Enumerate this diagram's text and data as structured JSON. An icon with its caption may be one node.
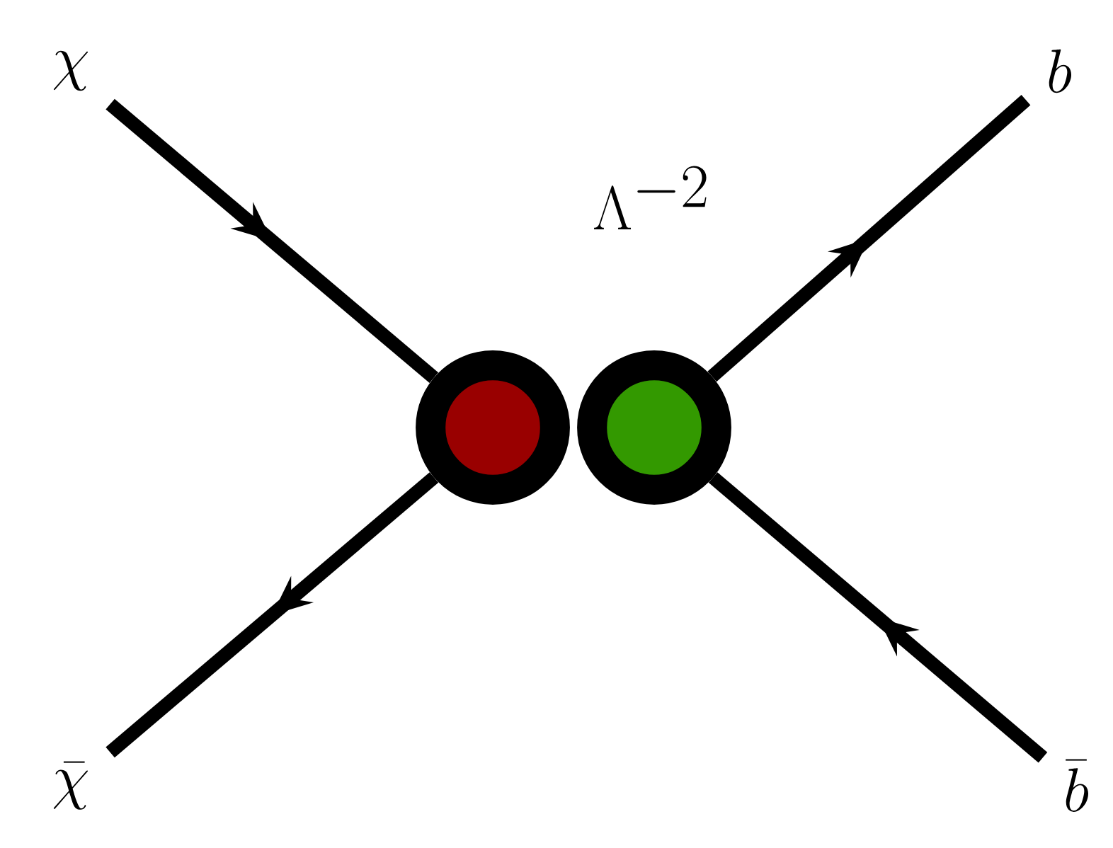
{
  "diagram": {
    "nodes": [
      {
        "text": [
          "\\chi"
        ]
      },
      {
        "text": [
          "\\bar{\\chi}"
        ]
      },
      {
        "text": [],
        "shape": "circle"
      },
      {
        "text": [],
        "shape": "circle"
      },
      {
        "text": [
          "b"
        ]
      },
      {
        "text": [
          "\\bar{b}"
        ]
      }
    ],
    "edges": [
      {
        "from": 0,
        "to": 2,
        "arrow": "to"
      },
      {
        "from": 2,
        "to": 1,
        "arrow": "to"
      },
      {
        "from": 3,
        "to": 4,
        "arrow": "to"
      },
      {
        "from": 5,
        "to": 3,
        "arrow": "to"
      }
    ],
    "labels": [
      "\\Lambda^{-2}"
    ]
  }
}
